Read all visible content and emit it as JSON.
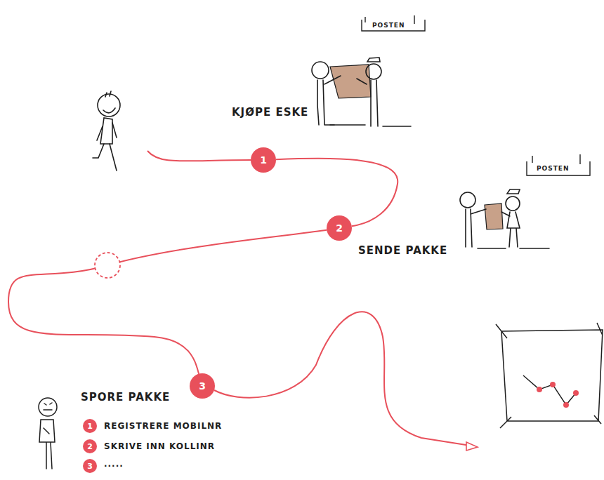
{
  "diagram": {
    "nodes": [
      {
        "text": [
          "1"
        ]
      },
      {
        "text": [
          "2"
        ]
      },
      {
        "text": [
          "3"
        ]
      },
      {
        "text": [
          "1"
        ]
      },
      {
        "text": [
          "2"
        ]
      },
      {
        "text": [
          "3"
        ]
      }
    ],
    "edges": [
      {
        "from": 0,
        "to": 1,
        "arrow": "none"
      },
      {
        "from": 1,
        "to": 2,
        "arrow": "none"
      }
    ],
    "labels": [
      "POSTEN",
      "POSTEN",
      "KJØPE ESKE",
      "SENDE PAKKE",
      "SPORE PAKKE",
      "REGISTRERE MOBILNR",
      "SKRIVE INN KOLLINR",
      "....."
    ]
  }
}
